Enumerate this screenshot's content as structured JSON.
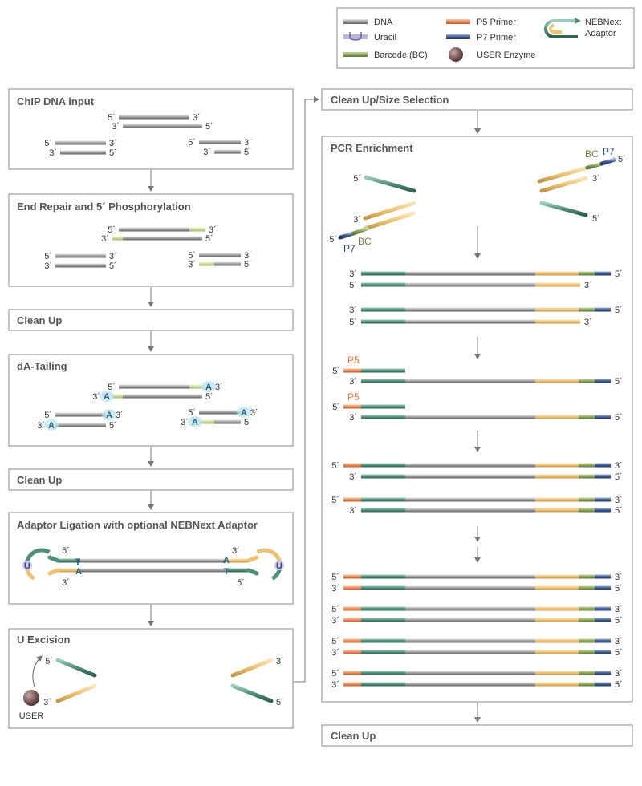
{
  "legend": {
    "dna": "DNA",
    "uracil": "Uracil",
    "barcode": "Barcode (BC)",
    "p5": "P5 Primer",
    "p7": "P7 Primer",
    "user_enzyme": "USER Enzyme",
    "adaptor_line1": "NEBNext",
    "adaptor_line2": "Adaptor"
  },
  "steps": {
    "chip_input": "ChIP DNA input",
    "end_repair": "End Repair and 5´ Phosphorylation",
    "cleanup1": "Clean Up",
    "da_tailing": "dA-Tailing",
    "cleanup2": "Clean Up",
    "adaptor_ligation": "Adaptor Ligation with optional NEBNext Adaptor",
    "u_excision": "U Excision",
    "cleanup_size": "Clean Up/Size Selection",
    "pcr": "PCR Enrichment",
    "cleanup_final": "Clean Up"
  },
  "labels": {
    "five": "5´",
    "three": "3´",
    "a": "A",
    "t": "T",
    "u": "U",
    "user": "USER",
    "p5": "P5",
    "p7": "P7",
    "bc": "BC"
  },
  "colors": {
    "dna": "#9a9a9a",
    "barcode": "#8aa65a",
    "p5": "#ec8a55",
    "p7": "#3e5b8f",
    "adaptor_green": "#4f8f79",
    "adaptor_yellow": "#ecc173",
    "end_repair": "#c8df95",
    "a_tail_glow": "#bfe1ee",
    "uracil": "#8c88c4",
    "user_enzyme": "#7a5a5a",
    "box_border": "#8a8a8a",
    "arrow": "#777777"
  }
}
